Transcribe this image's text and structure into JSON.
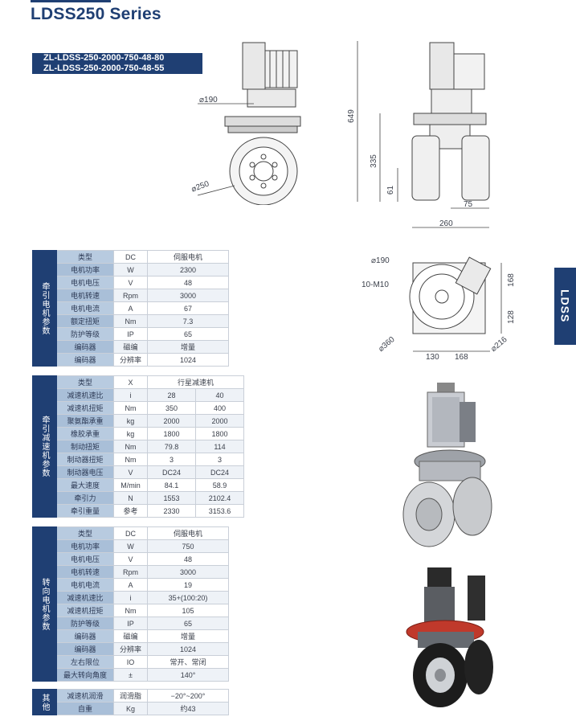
{
  "header": {
    "title": "LDSS250 Series",
    "models": [
      "ZL-LDSS-250-2000-750-48-80",
      "ZL-LDSS-250-2000-750-48-55"
    ]
  },
  "side_tab": "LDSS",
  "drawings": {
    "side_view": {
      "d190": "190",
      "d250": "250"
    },
    "front_view": {
      "h649": "649",
      "h335": "335",
      "h61": "61",
      "w75": "75",
      "w260": "260"
    },
    "top_view": {
      "d190": "190",
      "m10": "10-M10",
      "d360": "360",
      "d216": "216",
      "w130": "130",
      "w168": "168",
      "h168": "168",
      "h128": "128"
    }
  },
  "traction_motor": {
    "group": "牵引电机参数",
    "rows": [
      [
        "类型",
        "DC",
        "伺服电机"
      ],
      [
        "电机功率",
        "W",
        "2300"
      ],
      [
        "电机电压",
        "V",
        "48"
      ],
      [
        "电机转速",
        "Rpm",
        "3000"
      ],
      [
        "电机电流",
        "A",
        "67"
      ],
      [
        "额定扭矩",
        "Nm",
        "7.3"
      ],
      [
        "防护等级",
        "IP",
        "65"
      ],
      [
        "编码器",
        "磁编",
        "增量"
      ],
      [
        "编码器",
        "分辨率",
        "1024"
      ]
    ]
  },
  "traction_reducer": {
    "group": "牵引减速机参数",
    "header": [
      "类型",
      "X",
      "行星减速机"
    ],
    "rows": [
      [
        "减速机速比",
        "i",
        "28",
        "40"
      ],
      [
        "减速机扭矩",
        "Nm",
        "350",
        "400"
      ],
      [
        "聚氨酯承重",
        "kg",
        "2000",
        "2000"
      ],
      [
        "橡胶承重",
        "kg",
        "1800",
        "1800"
      ],
      [
        "制动扭矩",
        "Nm",
        "79.8",
        "114"
      ],
      [
        "制动器扭矩",
        "Nm",
        "3",
        "3"
      ],
      [
        "制动器电压",
        "V",
        "DC24",
        "DC24"
      ],
      [
        "最大速度",
        "M/min",
        "84.1",
        "58.9"
      ],
      [
        "牵引力",
        "N",
        "1553",
        "2102.4"
      ],
      [
        "牵引重量",
        "参考",
        "2330",
        "3153.6"
      ]
    ]
  },
  "steering_motor": {
    "group": "转向电机参数",
    "rows": [
      [
        "类型",
        "DC",
        "伺服电机"
      ],
      [
        "电机功率",
        "W",
        "750"
      ],
      [
        "电机电压",
        "V",
        "48"
      ],
      [
        "电机转速",
        "Rpm",
        "3000"
      ],
      [
        "电机电流",
        "A",
        "19"
      ],
      [
        "减速机速比",
        "i",
        "35+(100:20)"
      ],
      [
        "减速机扭矩",
        "Nm",
        "105"
      ],
      [
        "防护等级",
        "IP",
        "65"
      ],
      [
        "编码器",
        "磁编",
        "增量"
      ],
      [
        "编码器",
        "分辨率",
        "1024"
      ],
      [
        "左右限位",
        "IO",
        "常开、常闭"
      ],
      [
        "最大转向角度",
        "±",
        "140°"
      ]
    ]
  },
  "other": {
    "group": "其他",
    "rows": [
      [
        "减速机润滑",
        "润滑脂",
        "−20°~200°"
      ],
      [
        "自重",
        "Kg",
        "约43"
      ]
    ]
  },
  "colors": {
    "brand": "#1f3f73",
    "name_cell": "#b8cbe0",
    "accent_red": "#c0392b"
  }
}
